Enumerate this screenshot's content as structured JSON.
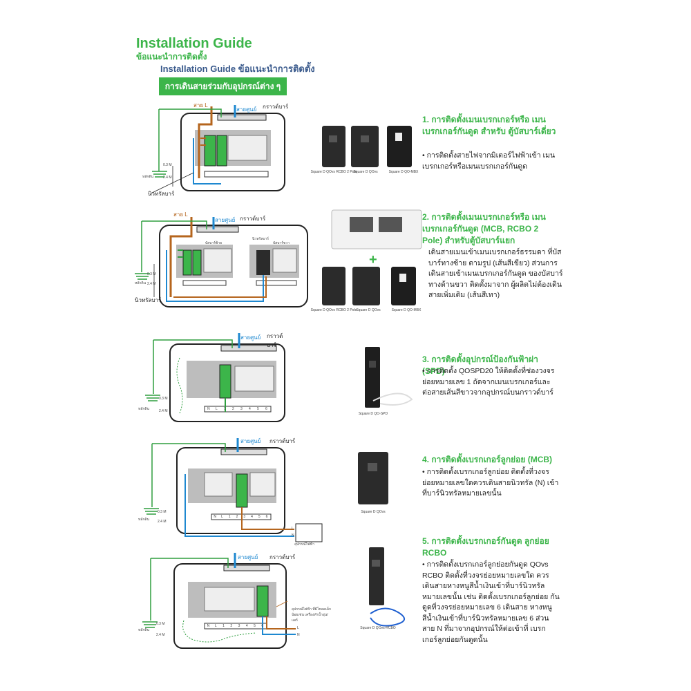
{
  "header": {
    "title": "Installation Guide",
    "title_th": "ข้อแนะนำการติดตั้ง",
    "subtitle": "Installation Guide ข้อแนะนำการติดตั้ง",
    "banner": "การเดินสายร่วมกับอุปกรณ์ต่าง ๆ"
  },
  "diagram_labels": {
    "wire_l": "สาย L",
    "wire_neutral": "สายศูนย์",
    "ground_bar": "กราวด์บาร์",
    "neutral_bar": "นิวทรัลบาร์",
    "ground_rod": "หลักดิน",
    "h03": "0.3 M",
    "h24": "2.4 M",
    "left_busbar": "บัสบาร์ซ้าย",
    "right_busbar": "บัสบาร์ขวา",
    "terminals": [
      "N",
      "L",
      "1",
      "2",
      "3",
      "4",
      "5",
      "6"
    ],
    "terminal_n": "N",
    "terminal_l": "L",
    "appliance": "อุปกรณ์ไฟฟ้า",
    "rcbo_note": "อุปกรณ์ไฟฟ้า ที่มีโหลดเล็กน้อยเช่น เครื่องทำน้ำอุ่น/แอร์"
  },
  "steps": [
    {
      "heading": "1. การติดตั้งเมนเบรกเกอร์หรือ เมนเบรกเกอร์กันดูด สำหรับ ตู้บัสบาร์เดี่ยว",
      "body": "• การติดตั้งสายไฟจากมิเตอร์ไฟฟ้าเข้า เมนเบรกเกอร์หรือเมนเบรกเกอร์กันดูด",
      "captions": [
        "Square D QOvs RCBO 2 Pole",
        "Square D QOvs",
        "Square D QO-MBX"
      ]
    },
    {
      "heading": "2. การติดตั้งเมนเบรกเกอร์หรือ เมนเบรกเกอร์กันดูด (MCB, RCBO 2 Pole) สำหรับตู้บัสบาร์แยก",
      "body": "เดินสายเมนเข้าเมนเบรกเกอร์ธรรมดา ที่บัสบาร์ทางซ้าย ตามรูป (เส้นสีเขียว) ส่วนการเดินสายเข้าเมนเบรกเกอร์กันดูด ของบัสบาร์ทางด้านขวา ติดตั้งมาจาก ผู้ผลิตไม่ต้องเดินสายเพิ่มเติม (เส้นสีเทา)",
      "captions": [
        "Square D QOvs RCBO 2 Pole",
        "Square D QOvs",
        "Square D QO-MBX"
      ]
    },
    {
      "heading": "3. การติดตั้งอุปกรณ์ป้องกันฟ้าผ่า (SPD)",
      "body": "• การติดตั้ง QOSPD20 ให้ติดตั้งที่ช่องวงจร ย่อยหมายเลข 1 ถัดจากเมนเบรกเกอร์และ ต่อสายเส้นสีขาวจากอุปกรณ์บนกราวด์บาร์",
      "captions": [
        "Square D QO-SPD"
      ]
    },
    {
      "heading": "4. การติดตั้งเบรกเกอร์ลูกย่อย (MCB)",
      "body": "• การติดตั้งเบรกเกอร์ลูกย่อย ติดตั้งที่วงจร ย่อยหมายเลขใดควรเดินสายนิวทรัล (N) เข้าที่บาร์นิวทรัลหมายเลขนั้น",
      "captions": [
        "Square D QOvs"
      ]
    },
    {
      "heading": "5. การติดตั้งเบรกเกอร์กันดูด ลูกย่อย RCBO",
      "body": "• การติดตั้งเบรกเกอร์ลูกย่อยกันดูด QOvs RCBO ติดตั้งที่วงจรย่อยหมายเลขใด ควรเดินสายหางหนูสีน้ำเงินเข้าที่บาร์นิวทรัล หมายเลขนั้น เช่น ติดตั้งเบรกเกอร์ลูกย่อย กันดูดที่วงจรย่อยหมายเลข 6 เดินสาย หางหนูสีน้ำเงินเข้าที่บาร์นิวทรัลหมายเลข 6 ส่วนสาย N ที่มาจากอุปกรณ์ให้ต่อเข้าที่ เบรกเกอร์ลูกย่อยกันดูดนั้น",
      "captions": [
        "Square D QOvs-RCBO"
      ]
    }
  ],
  "colors": {
    "accent_green": "#3cb54a",
    "title_blue": "#3a5a8c",
    "wire_brown": "#b5651d",
    "wire_blue": "#1e88d0",
    "wire_green": "#2e9e3e",
    "breaker_dark": "#2b2b2b"
  }
}
